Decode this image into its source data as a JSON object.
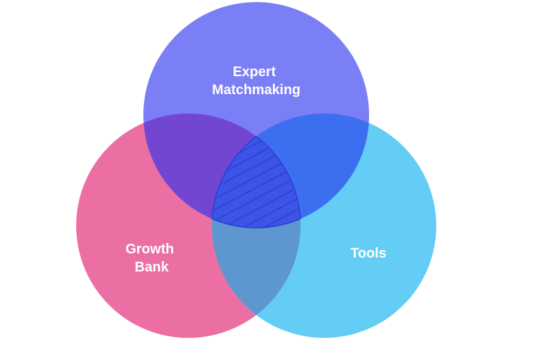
{
  "diagram": {
    "type": "venn",
    "circles": [
      {
        "id": "expert",
        "label_lines": [
          "Expert",
          "Matchmaking"
        ],
        "color": "#7a7ff5"
      },
      {
        "id": "growth",
        "label_lines": [
          "Growth",
          "Bank"
        ],
        "color": "#ec6fa4"
      },
      {
        "id": "tools",
        "label_lines": [
          "Tools"
        ],
        "color": "#64cdf5"
      }
    ],
    "overlaps": {
      "expert_growth": "#7346d2",
      "expert_tools": "#3c6ff0",
      "growth_tools": "#5e97d0",
      "center": "#3c55e6",
      "center_pattern": "diagonal-hatch",
      "center_stroke": "#2b3fd6"
    }
  }
}
